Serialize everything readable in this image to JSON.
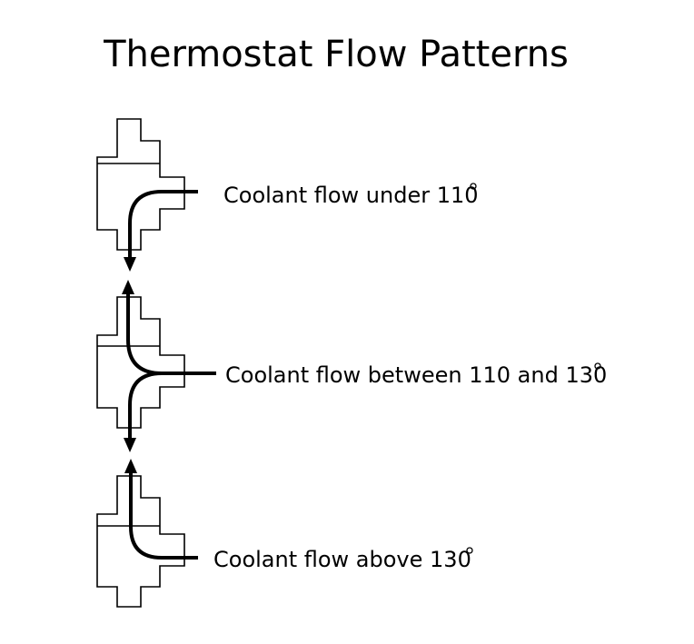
{
  "title": "Thermostat Flow Patterns",
  "stages": [
    {
      "label": "Coolant flow under 110",
      "degree_symbol": "°",
      "flow": "side-to-bottom"
    },
    {
      "label": "Coolant flow between 110 and 130",
      "degree_symbol": "°",
      "flow": "side-to-top-and-bottom"
    },
    {
      "label": "Coolant flow above 130",
      "degree_symbol": "°",
      "flow": "side-to-top"
    }
  ]
}
